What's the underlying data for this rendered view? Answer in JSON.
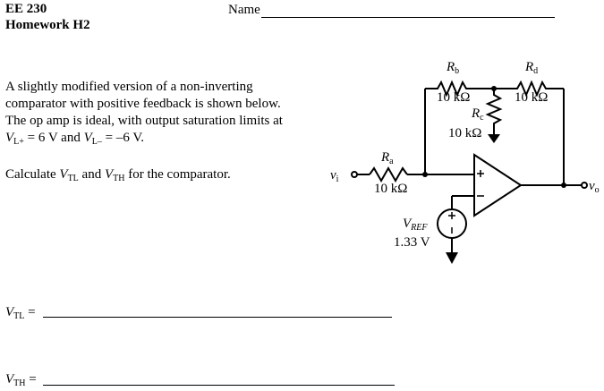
{
  "header": {
    "course": "EE 230",
    "homework": "Homework H2",
    "name_label": "Name"
  },
  "problem": {
    "line1": "A slightly modified version of a non-inverting",
    "line2": "comparator with positive feedback is shown below.",
    "line3": "The op amp is ideal, with output saturation limits at",
    "line4": {
      "vl_plus_var": "V",
      "vl_plus_sub": "L+",
      "vl_plus_val": " = 6 V and ",
      "vl_minus_var": "V",
      "vl_minus_sub": "L–",
      "vl_minus_val": " = –6 V."
    },
    "calc": {
      "prefix": "Calculate ",
      "vtl_var": "V",
      "vtl_sub": "TL",
      "mid": " and ",
      "vth_var": "V",
      "vth_sub": "TH",
      "suffix": " for the comparator."
    }
  },
  "answers": {
    "vtl": {
      "var": "V",
      "sub": "TL",
      "eq": " ="
    },
    "vth": {
      "var": "V",
      "sub": "TH",
      "eq": " ="
    }
  },
  "circuit": {
    "input_var": "v",
    "input_sub": "i",
    "output_var": "v",
    "output_sub": "o",
    "ra": {
      "var": "R",
      "sub": "a",
      "value": "10 kΩ"
    },
    "rb": {
      "var": "R",
      "sub": "b",
      "value": "10 kΩ"
    },
    "rc": {
      "var": "R",
      "sub": "c",
      "value": "10 kΩ"
    },
    "rd": {
      "var": "R",
      "sub": "d",
      "value": "10 kΩ"
    },
    "vref": {
      "var": "V",
      "sub": "REF",
      "value": "1.33 V"
    },
    "plus_sign": "+",
    "minus_sign": "–"
  }
}
